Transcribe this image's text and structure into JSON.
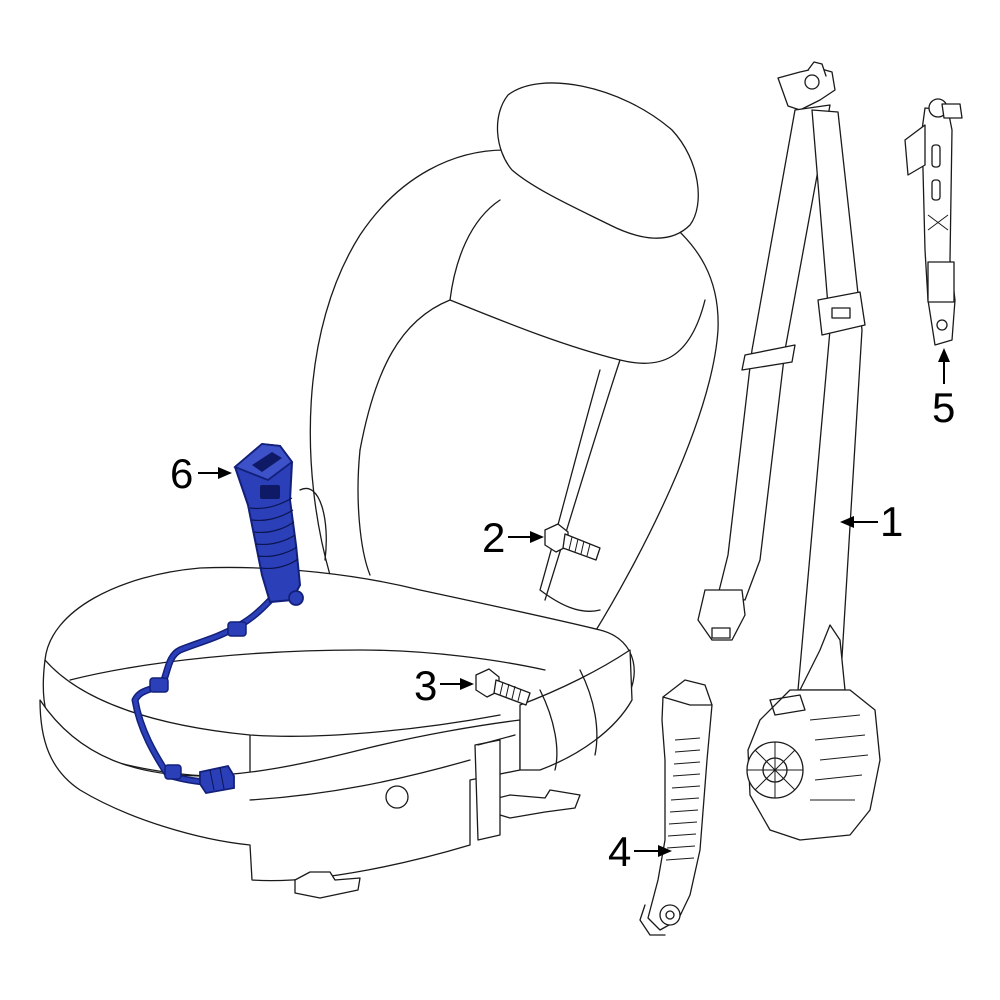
{
  "colors": {
    "highlight": "#2b3fb8",
    "highlight_dark": "#13207a",
    "line": "#1a1a1a",
    "background": "#ffffff"
  },
  "callouts": [
    {
      "number": "1",
      "part": "seat-belt-retractor-assembly"
    },
    {
      "number": "2",
      "part": "upper-bolt"
    },
    {
      "number": "3",
      "part": "lower-bolt"
    },
    {
      "number": "4",
      "part": "seat-belt-buckle-lower"
    },
    {
      "number": "5",
      "part": "height-adjuster"
    },
    {
      "number": "6",
      "part": "seat-belt-buckle-highlighted"
    }
  ]
}
